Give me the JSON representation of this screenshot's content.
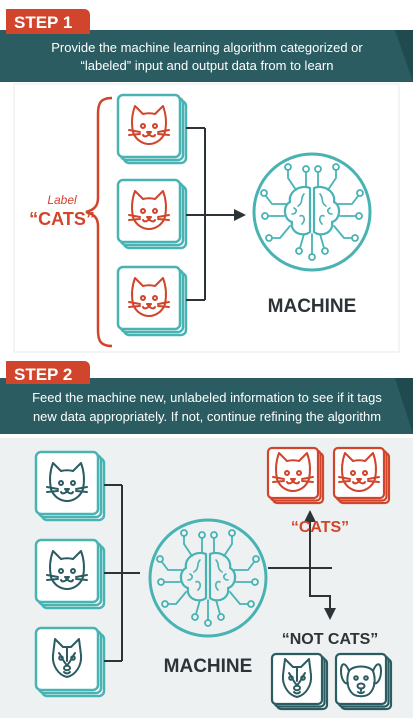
{
  "colors": {
    "teal_dark": "#2a5c61",
    "teal_light": "#49b3b4",
    "orange": "#d0452b",
    "panel_bg": "#eef1f1",
    "text_dark": "#2c3437"
  },
  "step1": {
    "badge": "STEP 1",
    "header_line1": "Provide the machine learning algorithm categorized or",
    "header_line2": "“labeled” input and output data from to learn",
    "label_small": "Label",
    "label_big": "“CATS”",
    "machine_label": "MACHINE",
    "inputs": [
      {
        "icon": "cat-face-icon",
        "category": "cat"
      },
      {
        "icon": "cat-face-icon",
        "category": "cat"
      },
      {
        "icon": "cat-face-icon",
        "category": "cat"
      }
    ]
  },
  "step2": {
    "badge": "STEP 2",
    "header_line1": "Feed the machine new, unlabeled information to see if it tags",
    "header_line2": "new data appropriately. If not, continue refining the algorithm",
    "machine_label": "MACHINE",
    "inputs": [
      {
        "icon": "cat-face-icon",
        "category": "cat"
      },
      {
        "icon": "cat-face-icon",
        "category": "cat"
      },
      {
        "icon": "dog-face-icon",
        "category": "dog"
      }
    ],
    "output_cats_label": "“CATS”",
    "output_not_cats_label": "“NOT CATS”",
    "output_cats": [
      {
        "icon": "cat-face-icon"
      },
      {
        "icon": "cat-face-icon"
      }
    ],
    "output_not_cats": [
      {
        "icon": "dog-face-icon"
      },
      {
        "icon": "dog-face-icon"
      }
    ]
  }
}
